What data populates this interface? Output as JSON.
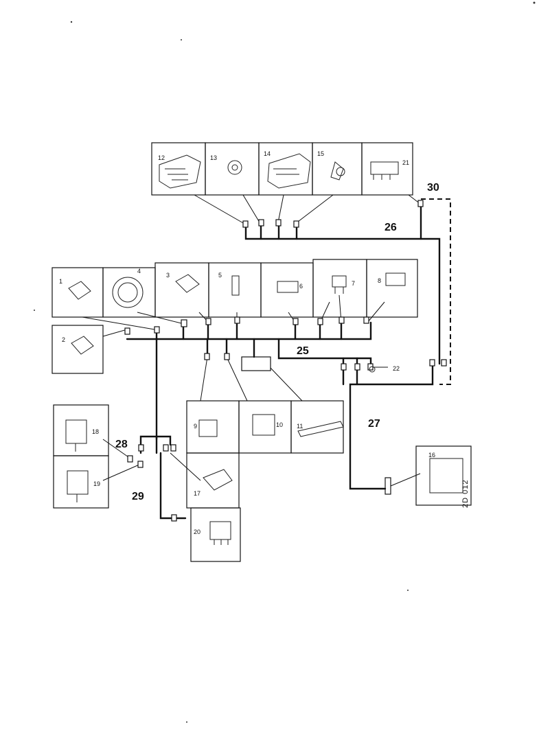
{
  "drawing_code": "2D 012",
  "harness_labels": [
    "26",
    "25",
    "27",
    "28",
    "29",
    "30"
  ],
  "components": [
    {
      "id": "c1",
      "label": "1"
    },
    {
      "id": "c2",
      "label": "2"
    },
    {
      "id": "c3",
      "label": "3"
    },
    {
      "id": "c4",
      "label": "4"
    },
    {
      "id": "c5",
      "label": "5"
    },
    {
      "id": "c6",
      "label": "6"
    },
    {
      "id": "c7",
      "label": "7"
    },
    {
      "id": "c8",
      "label": "8"
    },
    {
      "id": "c9",
      "label": "9"
    },
    {
      "id": "c10",
      "label": "10"
    },
    {
      "id": "c11",
      "label": "11"
    },
    {
      "id": "c12",
      "label": "12"
    },
    {
      "id": "c13",
      "label": "13"
    },
    {
      "id": "c14",
      "label": "14"
    },
    {
      "id": "c15",
      "label": "15"
    },
    {
      "id": "c16",
      "label": "16"
    },
    {
      "id": "c17",
      "label": "17"
    },
    {
      "id": "c18",
      "label": "18"
    },
    {
      "id": "c19",
      "label": "19"
    },
    {
      "id": "c20",
      "label": "20"
    },
    {
      "id": "c21",
      "label": "21"
    },
    {
      "id": "c22",
      "label": "22"
    }
  ]
}
